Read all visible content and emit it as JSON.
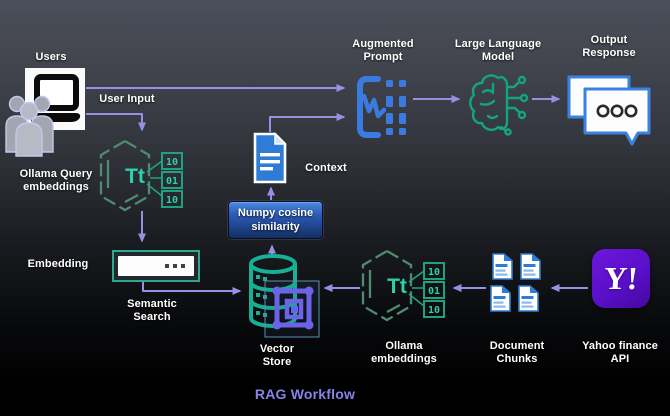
{
  "title": {
    "text": "RAG Workflow"
  },
  "nodes": {
    "users": {
      "label": "Users"
    },
    "user_input": {
      "label": "User Input"
    },
    "ollama_query": {
      "line1": "Ollama Query",
      "line2": "embeddings",
      "monogram": "Tt",
      "bits": [
        "10",
        "01",
        "10"
      ]
    },
    "embedding": {
      "label": "Embedding"
    },
    "semantic_search": {
      "line1": "Semantic",
      "line2": "Search"
    },
    "numpy": {
      "line1": "Numpy cosine",
      "line2": "similarity"
    },
    "context": {
      "label": "Context"
    },
    "augmented_prompt": {
      "line1": "Augmented",
      "line2": "Prompt"
    },
    "llm": {
      "line1": "Large Language",
      "line2": "Model"
    },
    "output_response": {
      "line1": "Output",
      "line2": "Response"
    },
    "vector_store": {
      "line1": "Vector",
      "line2": "Store"
    },
    "ollama_embeddings": {
      "line1": "Ollama",
      "line2": "embeddings",
      "monogram": "Tt",
      "bits": [
        "10",
        "01",
        "10"
      ]
    },
    "document_chunks": {
      "line1": "Document",
      "line2": "Chunks"
    },
    "yahoo": {
      "line1": "Yahoo finance",
      "line2": "API",
      "logo": "Y!"
    }
  },
  "colors": {
    "arrow_purple": "#988fe2",
    "teal": "#17b095",
    "teal_bright": "#2ed0a9",
    "hex_outline": "#4e8b70",
    "prompt_blue": "#3b7be0",
    "document_blue": "#2e7cd6",
    "llm_green": "#12a57f",
    "vector_purple": "#6b63e8",
    "yahoo_purple": "#5a0fc9",
    "numpy_gradient_top": "#4a8ade",
    "numpy_gradient_bottom": "#142e62",
    "title_purple": "#8a82e8"
  }
}
